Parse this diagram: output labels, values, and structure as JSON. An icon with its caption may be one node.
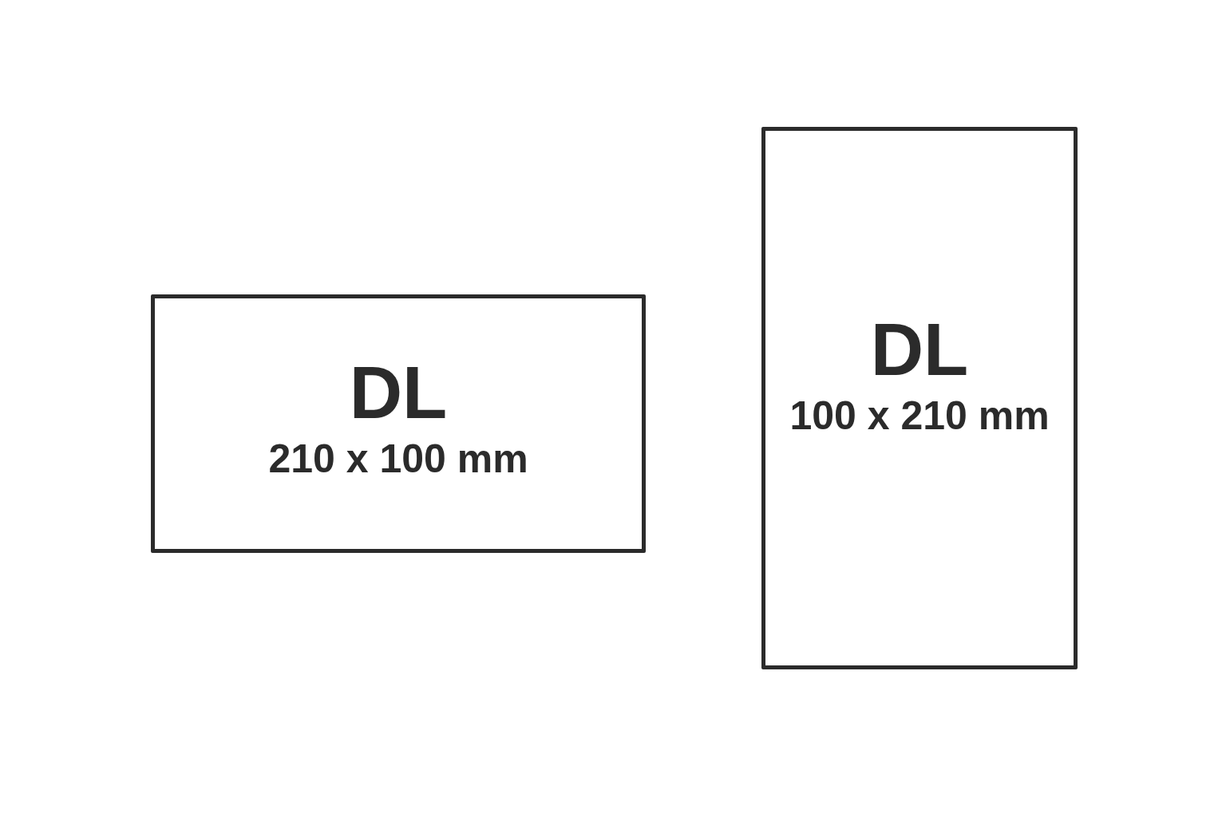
{
  "diagram": {
    "nodes": [
      {
        "text": [
          "DL",
          "210 x 100 mm"
        ]
      },
      {
        "text": [
          "DL",
          "100 x 210 mm"
        ]
      }
    ]
  }
}
